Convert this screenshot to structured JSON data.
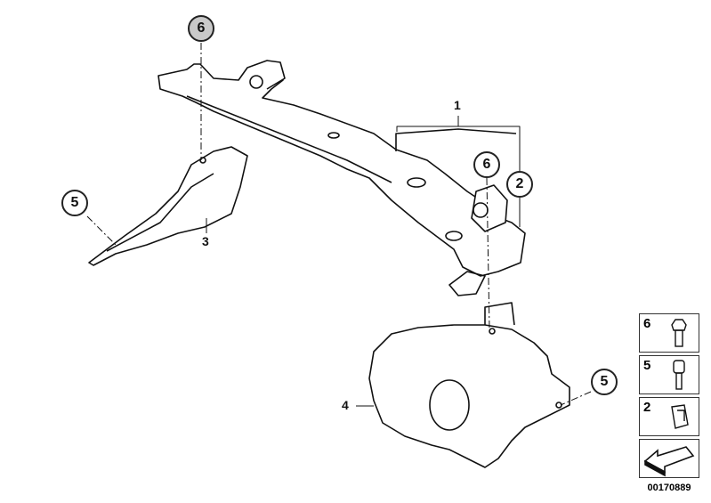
{
  "diagram": {
    "callouts": [
      {
        "id": "6",
        "highlighted": true
      },
      {
        "id": "6",
        "highlighted": false
      },
      {
        "id": "2",
        "highlighted": false
      },
      {
        "id": "5",
        "highlighted": false
      },
      {
        "id": "5",
        "highlighted": false
      }
    ],
    "labels": {
      "part1": "1",
      "part3": "3",
      "part4": "4"
    }
  },
  "legend": {
    "items": [
      {
        "num": "6",
        "icon": "nut-bolt-icon"
      },
      {
        "num": "5",
        "icon": "stud-bolt-icon"
      },
      {
        "num": "2",
        "icon": "clip-nut-icon"
      },
      {
        "num": "",
        "icon": "arrow-icon"
      }
    ],
    "document_number": "00170889"
  },
  "colors": {
    "highlight": "#c9c9c9",
    "line": "#111111"
  }
}
